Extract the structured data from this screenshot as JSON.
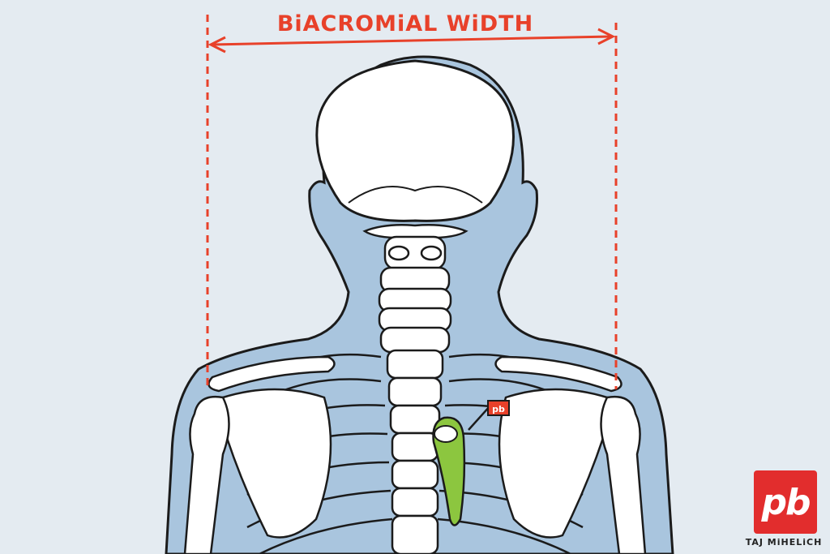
{
  "annotation": {
    "label": "BiACROMiAL WiDTH",
    "color": "#e8412a"
  },
  "logo": {
    "text": "pb",
    "color": "#e22d2d"
  },
  "credit": {
    "artist": "TAJ MiHELiCH"
  },
  "flag": {
    "text": "pb"
  },
  "colors": {
    "background": "#e4ebf1",
    "body": "#a9c5de",
    "bone": "#ffffff",
    "outline": "#1b1b1b",
    "creature": "#8cc63f"
  }
}
